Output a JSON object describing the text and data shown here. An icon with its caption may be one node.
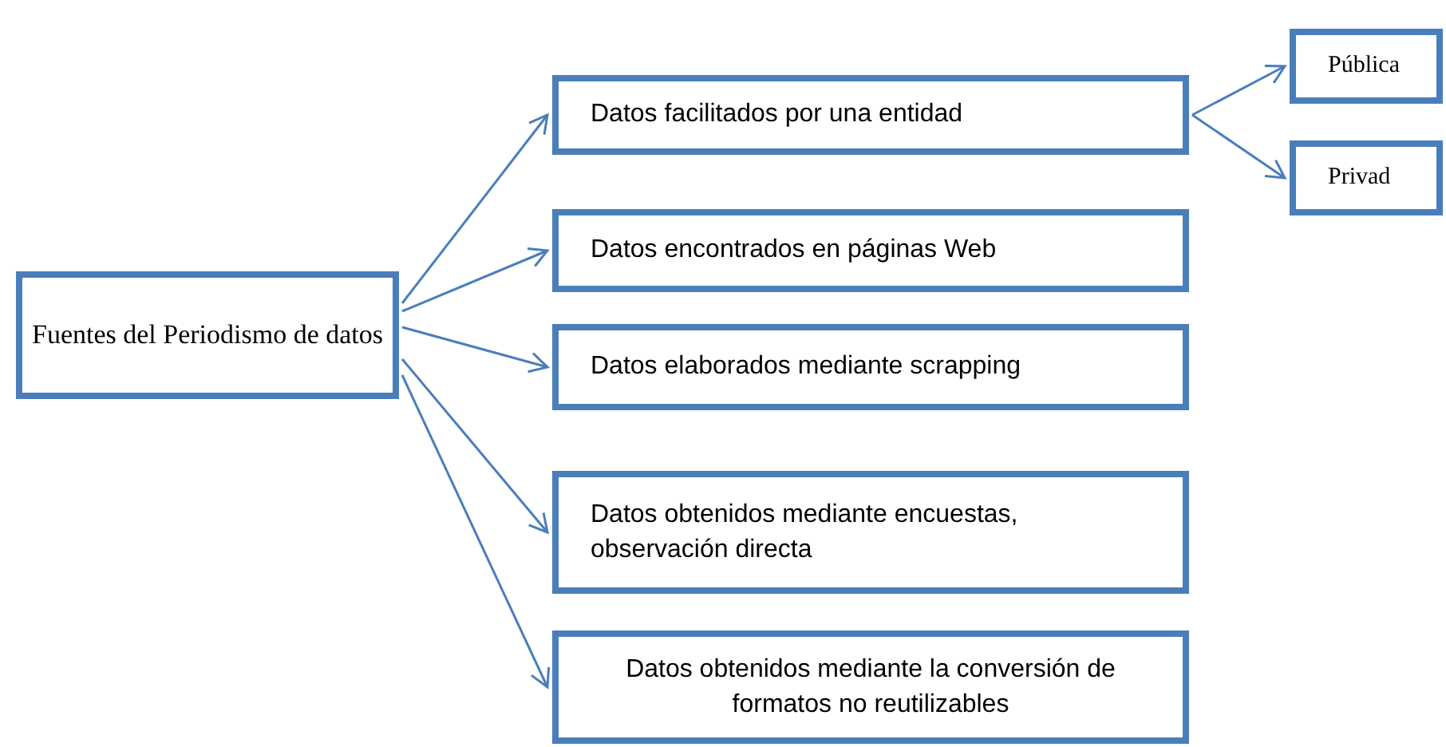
{
  "diagram": {
    "nodes": [
      {
        "text": [
          "Fuentes del Periodismo de datos"
        ]
      },
      {
        "text": [
          "Datos facilitados por una entidad"
        ]
      },
      {
        "text": [
          "Datos encontrados en páginas Web"
        ]
      },
      {
        "text": [
          "Datos elaborados mediante scrapping"
        ]
      },
      {
        "text": [
          "Datos obtenidos mediante encuestas, observación directa"
        ]
      },
      {
        "text": [
          "Datos obtenidos mediante la conversión de formatos no reutilizables"
        ]
      },
      {
        "text": [
          "Pública"
        ]
      },
      {
        "text": [
          "Privad"
        ]
      }
    ],
    "edges": [
      {
        "from": 0,
        "to": 1,
        "arrow": "to"
      },
      {
        "from": 0,
        "to": 2,
        "arrow": "to"
      },
      {
        "from": 0,
        "to": 3,
        "arrow": "to"
      },
      {
        "from": 0,
        "to": 4,
        "arrow": "to"
      },
      {
        "from": 0,
        "to": 5,
        "arrow": "to"
      },
      {
        "from": 1,
        "to": 6,
        "arrow": "to"
      },
      {
        "from": 1,
        "to": 7,
        "arrow": "to"
      }
    ]
  }
}
